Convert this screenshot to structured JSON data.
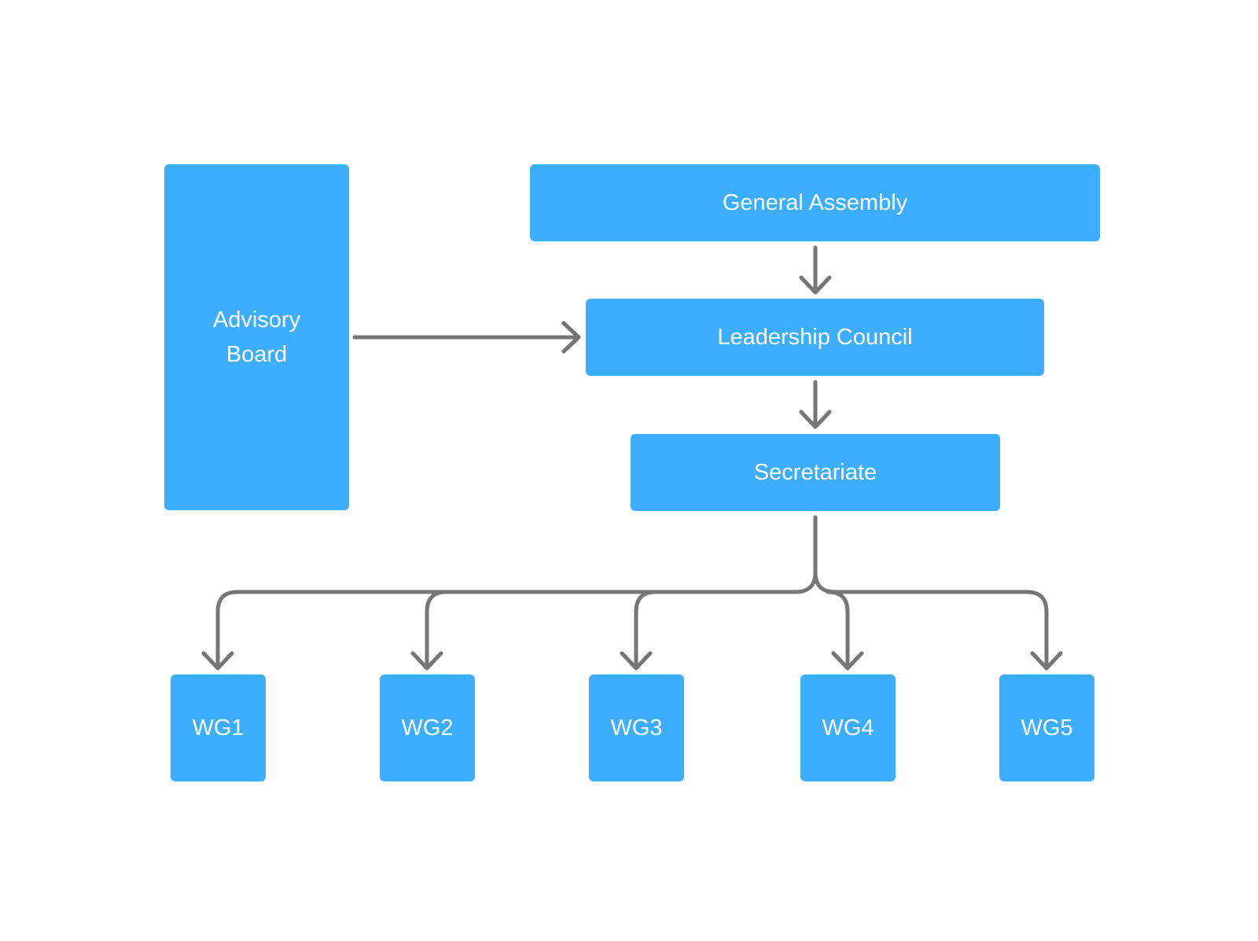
{
  "nodes": {
    "advisory_board": [
      "Advisory",
      "Board"
    ],
    "general_assembly": "General Assembly",
    "leadership_council": "Leadership Council",
    "secretariate": "Secretariate",
    "working_groups": [
      "WG1",
      "WG2",
      "WG3",
      "WG4",
      "WG5"
    ]
  },
  "colors": {
    "node_fill": "#3daeff",
    "node_text": "#ffffff",
    "connector": "#767676",
    "background": "#ffffff"
  },
  "edges": [
    {
      "from": "General Assembly",
      "to": "Leadership Council"
    },
    {
      "from": "Advisory Board",
      "to": "Leadership Council"
    },
    {
      "from": "Leadership Council",
      "to": "Secretariate"
    },
    {
      "from": "Secretariate",
      "to": "WG1"
    },
    {
      "from": "Secretariate",
      "to": "WG2"
    },
    {
      "from": "Secretariate",
      "to": "WG3"
    },
    {
      "from": "Secretariate",
      "to": "WG4"
    },
    {
      "from": "Secretariate",
      "to": "WG5"
    }
  ]
}
